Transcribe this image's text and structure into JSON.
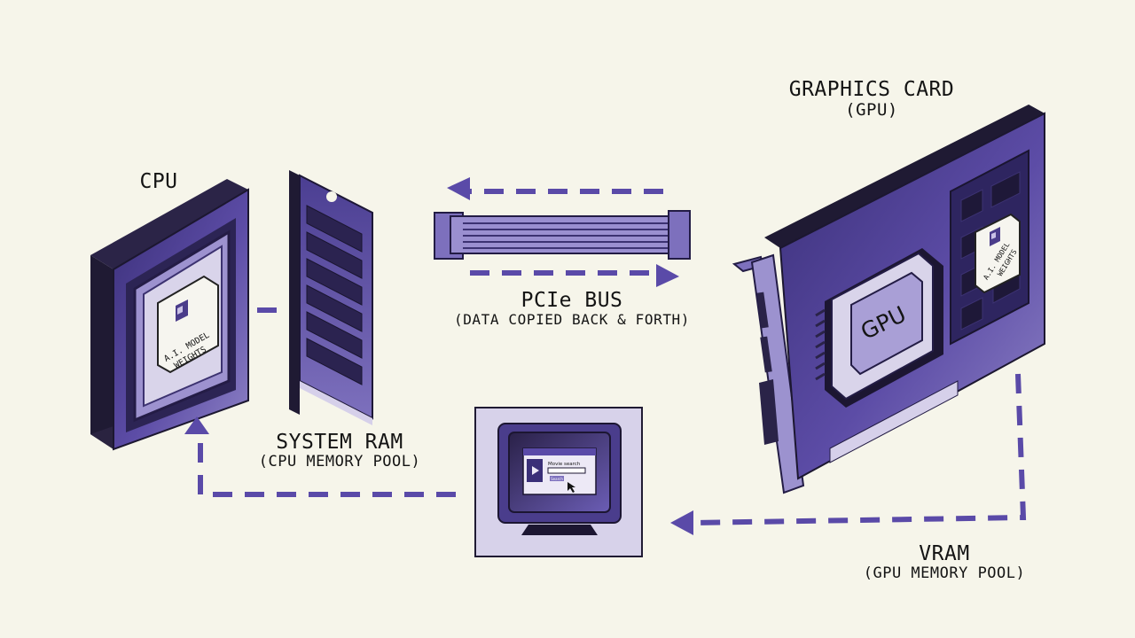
{
  "labels": {
    "cpu": {
      "title": "CPU"
    },
    "system_ram": {
      "title": "SYSTEM RAM",
      "subtitle": "(CPU MEMORY POOL)"
    },
    "pcie": {
      "title": "PCIe BUS",
      "subtitle": "(DATA COPIED BACK & FORTH)"
    },
    "gpu_card": {
      "title": "GRAPHICS CARD",
      "subtitle": "(GPU)"
    },
    "vram": {
      "title": "VRAM",
      "subtitle": "(GPU MEMORY POOL)"
    }
  },
  "chip_labels": {
    "gpu_die": "GPU",
    "model_weights_line1": "A.I. MODEL",
    "model_weights_line2": "WEIGHTS"
  },
  "monitor_screen": {
    "field_label": "Movie search",
    "button_label": "Search"
  },
  "colors": {
    "background": "#f6f5ea",
    "purple": "#5a4a9e",
    "purple_dark": "#2e2560",
    "purple_light": "#c9c1e6",
    "ink": "#141414",
    "arrow": "#5a4aa8"
  },
  "icons": [
    "arrow-left-icon",
    "arrow-right-icon",
    "arrow-up-icon",
    "arrow-left-icon"
  ]
}
